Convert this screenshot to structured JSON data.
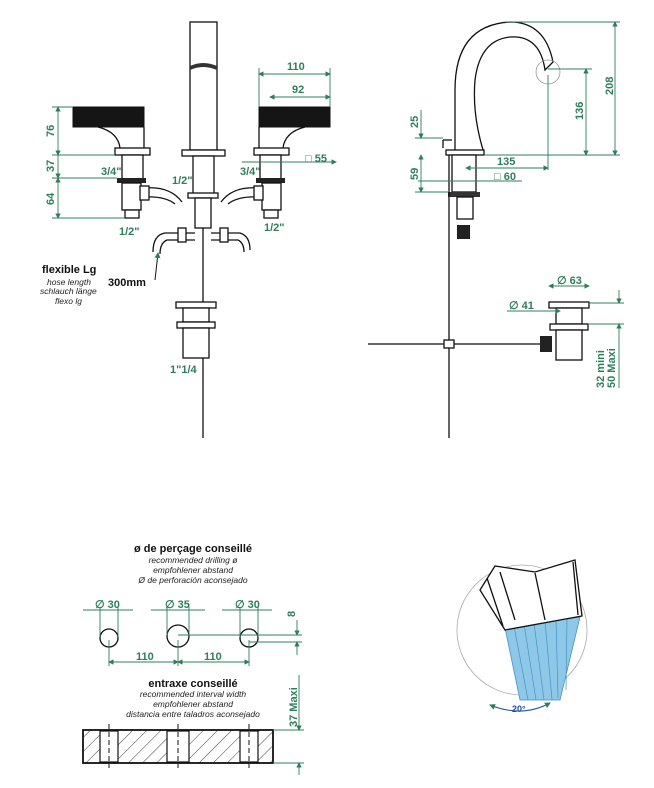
{
  "colors": {
    "dimension": "#2f7d5e",
    "line": "#111111",
    "water": "#8ec8e8"
  },
  "front_view": {
    "dims": {
      "d110": "110",
      "d92": "92",
      "d76": "76",
      "d37": "37",
      "d64": "64",
      "sq55": "□ 55"
    },
    "threads": {
      "left_top": "3/4\"",
      "left_bottom": "1/2\"",
      "center": "1/2\"",
      "right_top": "3/4\"",
      "right_bottom": "1/2\"",
      "drain": "1\"1/4"
    },
    "hose": {
      "title": "flexible Lg",
      "en": "hose length",
      "de": "schlauch länge",
      "es": "flexo lg",
      "value": "300mm"
    }
  },
  "side_view": {
    "dims": {
      "d208": "208",
      "d136": "136",
      "d25": "25",
      "d59": "59",
      "d135": "135",
      "sq60": "□ 60",
      "dia63": "∅ 63",
      "dia41": "∅ 41",
      "mini": "32  mini",
      "maxi": "50 Maxi"
    }
  },
  "drilling": {
    "title": "ø de perçage conseillé",
    "en": "recommended drilling ø",
    "de": "empfohlener abstand",
    "es": "Ø de perforación aconsejado",
    "dia_left": "∅ 30",
    "dia_center": "∅ 35",
    "dia_right": "∅ 30",
    "offset": "8",
    "spacing_left": "110",
    "spacing_right": "110"
  },
  "interval": {
    "title": "entraxe conseillé",
    "en": "recommended interval width",
    "de": "empfohlener abstand",
    "es": "distancia entre taladros aconsejado",
    "thickness": "37 Maxi"
  },
  "spray": {
    "angle": "20°"
  }
}
